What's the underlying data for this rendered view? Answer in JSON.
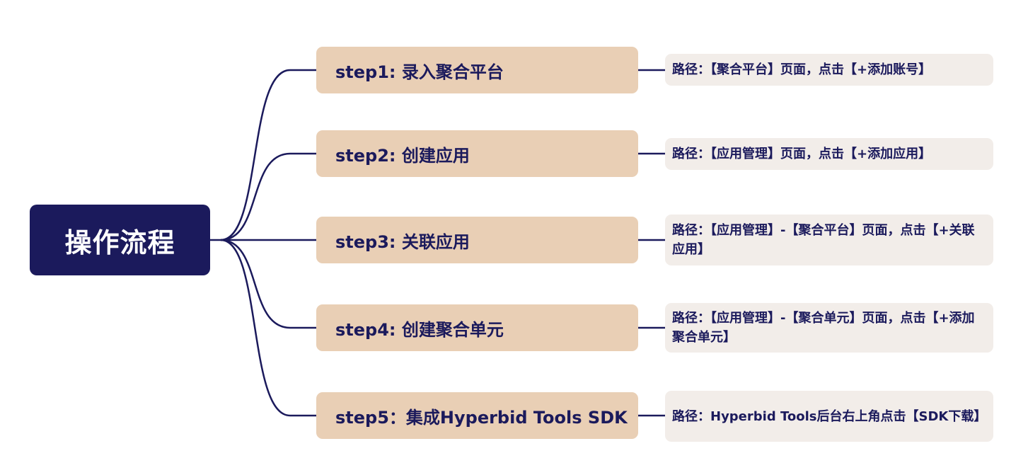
{
  "diagram": {
    "root": {
      "label": "操作流程"
    },
    "steps": [
      {
        "label": "step1: 录入聚合平台",
        "detail": "路径：【聚合平台】页面，点击【+添加账号】"
      },
      {
        "label": "step2: 创建应用",
        "detail": "路径：【应用管理】页面，点击【+添加应用】"
      },
      {
        "label": "step3: 关联应用",
        "detail": "路径：【应用管理】-【聚合平台】页面，点击【+关联应用】"
      },
      {
        "label": "step4: 创建聚合单元",
        "detail": "路径：【应用管理】-【聚合单元】页面，点击【+添加聚合单元】"
      },
      {
        "label": "step5：集成Hyperbid Tools SDK",
        "detail": "路径：Hyperbid Tools后台右上角点击【SDK下载】"
      }
    ],
    "colors": {
      "root_fill": "#1b1a5c",
      "step_fill": "#e9cfb5",
      "detail_fill": "#f2ede9",
      "text": "#1b1a5c",
      "connector": "#1b1a5c"
    }
  }
}
